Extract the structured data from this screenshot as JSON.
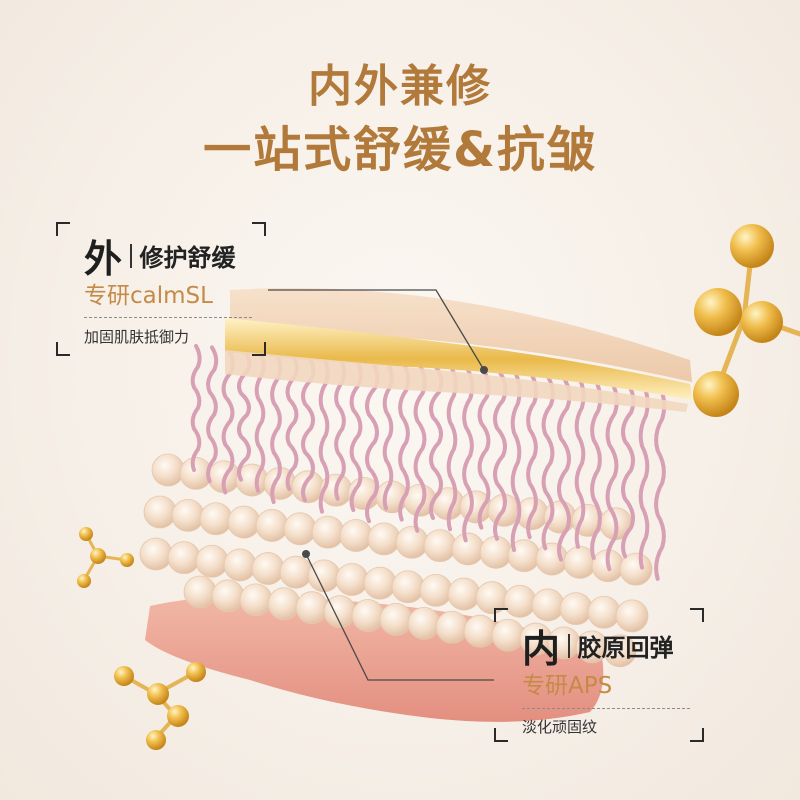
{
  "headline": {
    "line1": "内外兼修",
    "line2": "一站式舒缓&抗皱"
  },
  "callout_outer": {
    "big_char": "外",
    "subtitle": "修护舒缓",
    "tech": "专研calmSL",
    "desc": "加固肌肤抵御力"
  },
  "callout_inner": {
    "big_char": "内",
    "subtitle": "胶原回弹",
    "tech": "专研APS",
    "desc": "淡化顽固纹"
  },
  "colors": {
    "accent_gold": "#b27a3a",
    "tech_gold": "#c48a47",
    "lipid_pink": "#d9a1b5",
    "bead_cream": "#f3ddc8",
    "dermis_pink": "#eba596",
    "text_dark": "#1f1f1f"
  }
}
